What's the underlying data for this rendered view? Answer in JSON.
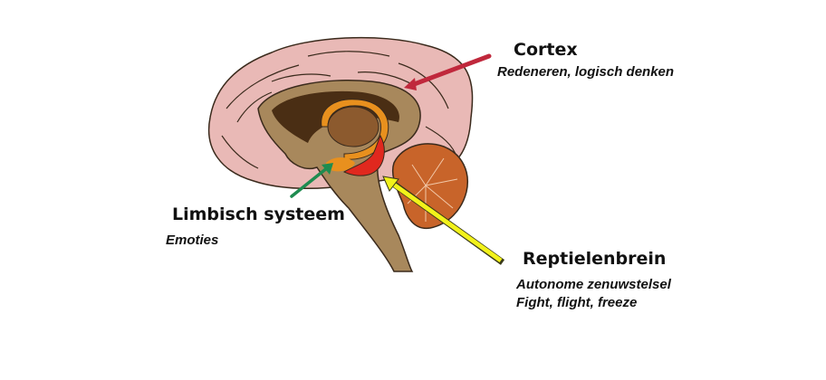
{
  "diagram": {
    "regions": [
      {
        "id": "cortex",
        "title": "Cortex",
        "description": [
          "Redeneren, logisch denken"
        ],
        "arrow_color": "#c0283c"
      },
      {
        "id": "limbic",
        "title": "Limbisch systeem",
        "description": [
          "Emoties"
        ],
        "arrow_color": "#1e8c50"
      },
      {
        "id": "reptilian",
        "title": "Reptielenbrein",
        "description": [
          "Autonome zenuwstelsel",
          "Fight, flight, freeze"
        ],
        "arrow_color": "#f2f21a"
      }
    ],
    "colors": {
      "cortex_fill": "#e9b9b6",
      "inner_fill": "#a8885c",
      "dark_fill": "#4a2e14",
      "thalamus_fill": "#8c5a2e",
      "limbic_ring": "#e8901e",
      "reptilian_band": "#e0281e",
      "cerebellum_fill": "#c8642a",
      "outline": "#3a2a1c"
    }
  }
}
